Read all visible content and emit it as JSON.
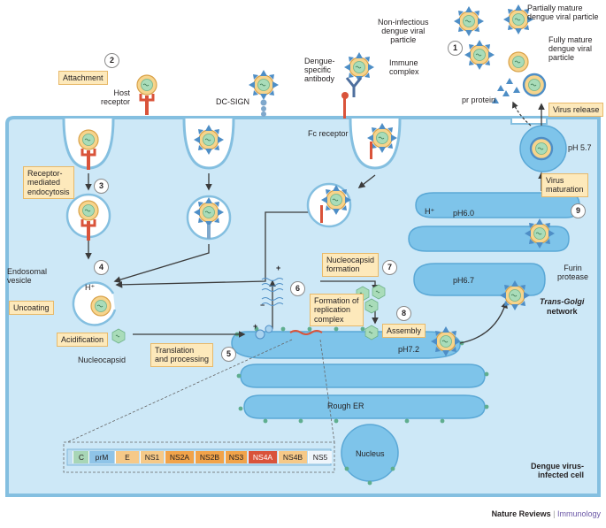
{
  "figure": {
    "colors": {
      "cell": "#c9e6f6",
      "cell_border": "#7fb8dc",
      "membrane": "#9acde9",
      "organelle": "#7ac1e8",
      "label_box": "#fde9bb",
      "receptor": "#d9533a",
      "virion_shell": "#f1c36a",
      "virion_core": "#8fd0a8",
      "spike": "#4e8ec6",
      "gene_C": "#a8d6b6",
      "gene_prM": "#8fc4e8",
      "gene_E": "#f6c988",
      "gene_NS": "#f1a34a",
      "gene_NS4A": "#d9533a"
    },
    "icons": [
      "virion-icon",
      "receptor-icon",
      "antibody-icon",
      "dc-sign-icon",
      "nucleocapsid-icon",
      "pr-protein-icon",
      "rna-icon"
    ]
  },
  "steps": [
    "1",
    "2",
    "3",
    "4",
    "5",
    "6",
    "7",
    "8",
    "9"
  ],
  "labels": {
    "non_infectious": "Non-infectious\ndengue viral\nparticle",
    "partially_mature": "Partially mature\ndengue viral particle",
    "fully_mature": "Fully mature\ndengue viral\nparticle",
    "dengue_antibody": "Dengue-\nspecific\nantibody",
    "immune_complex": "Immune\ncomplex",
    "host_receptor": "Host\nreceptor",
    "dc_sign": "DC-SIGN",
    "fc_receptor": "Fc receptor",
    "pr_protein": "pr protein",
    "endosomal_vesicle": "Endosomal\nvesicle",
    "h_plus_1": "H⁺",
    "h_plus_2": "H⁺",
    "nucleocapsid": "Nucleocapsid",
    "ph_57": "pH 5.7",
    "ph_60": "pH6.0",
    "ph_67": "pH6.7",
    "ph_72": "pH7.2",
    "furin_protease": "Furin\nprotease",
    "trans_golgi": "Trans-Golgi",
    "network": "network",
    "rough_er": "Rough ER",
    "nucleus": "Nucleus",
    "infected_cell": "Dengue virus-\ninfected cell",
    "plus_1": "+",
    "minus_1": "−",
    "plus_2": "+"
  },
  "boxes": {
    "attachment": "Attachment",
    "receptor_endocytosis": "Receptor-\nmediated\nendocytosis",
    "uncoating": "Uncoating",
    "acidification": "Acidification",
    "translation": "Translation\nand processing",
    "replication": "Formation of\nreplication\ncomplex",
    "nucleocapsid_formation": "Nucleocapsid\nformation",
    "assembly": "Assembly",
    "virus_maturation": "Virus\nmaturation",
    "virus_release": "Virus release"
  },
  "genome": [
    "C",
    "prM",
    "E",
    "NS1",
    "NS2A",
    "NS2B",
    "NS3",
    "NS4A",
    "NS4B",
    "NS5"
  ],
  "credit": {
    "journal": "Nature Reviews",
    "separator": "|",
    "section": "Immunology"
  }
}
